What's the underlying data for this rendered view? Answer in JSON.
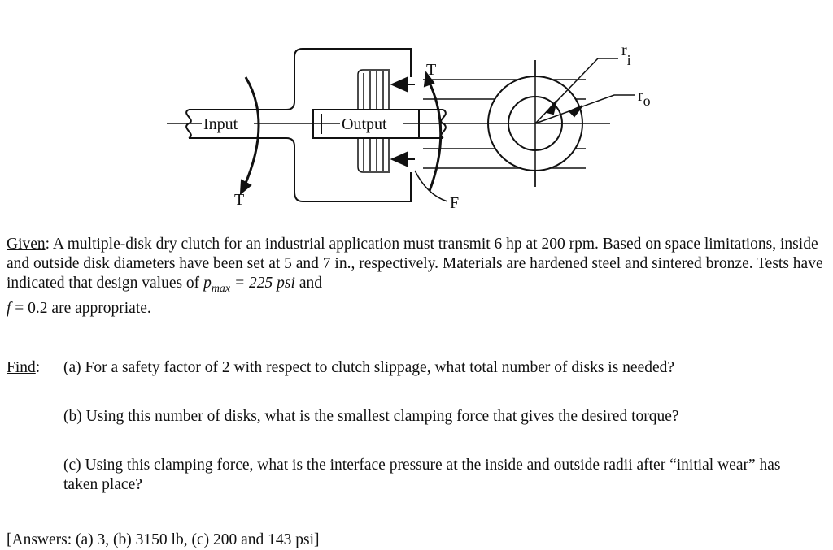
{
  "figure": {
    "labels": {
      "input": "Input",
      "output": "Output",
      "torque_top": "T",
      "torque_bottom": "T",
      "force": "F",
      "inner_radius": "r",
      "inner_radius_sub": "i",
      "outer_radius": "r",
      "outer_radius_sub": "o"
    }
  },
  "given": {
    "label": "Given",
    "text1": ": A multiple-disk dry clutch for an industrial application must transmit 6 hp at 200 rpm. Based on space limitations, inside and outside disk diameters have been set at 5 and 7 in., respectively. Materials are hardened steel and sintered bronze. Tests have indicated that design values of ",
    "pmax_symbol": "p",
    "pmax_sub": "max",
    "pmax_value": " = 225 psi",
    "text2": " and",
    "f_symbol": "f",
    "f_value": " = 0.2",
    "text3": " are appropriate."
  },
  "find": {
    "label": "Find",
    "a": "(a) For a safety factor of 2 with respect to clutch slippage, what total number of disks is needed?",
    "b": "(b) Using this number of disks, what is the smallest clamping force that gives the desired torque?",
    "c": "(c) Using this clamping force, what is the interface pressure at the inside and outside radii after “initial wear” has taken place?"
  },
  "answers": "[Answers: (a) 3, (b) 3150 lb, (c) 200 and 143 psi]"
}
